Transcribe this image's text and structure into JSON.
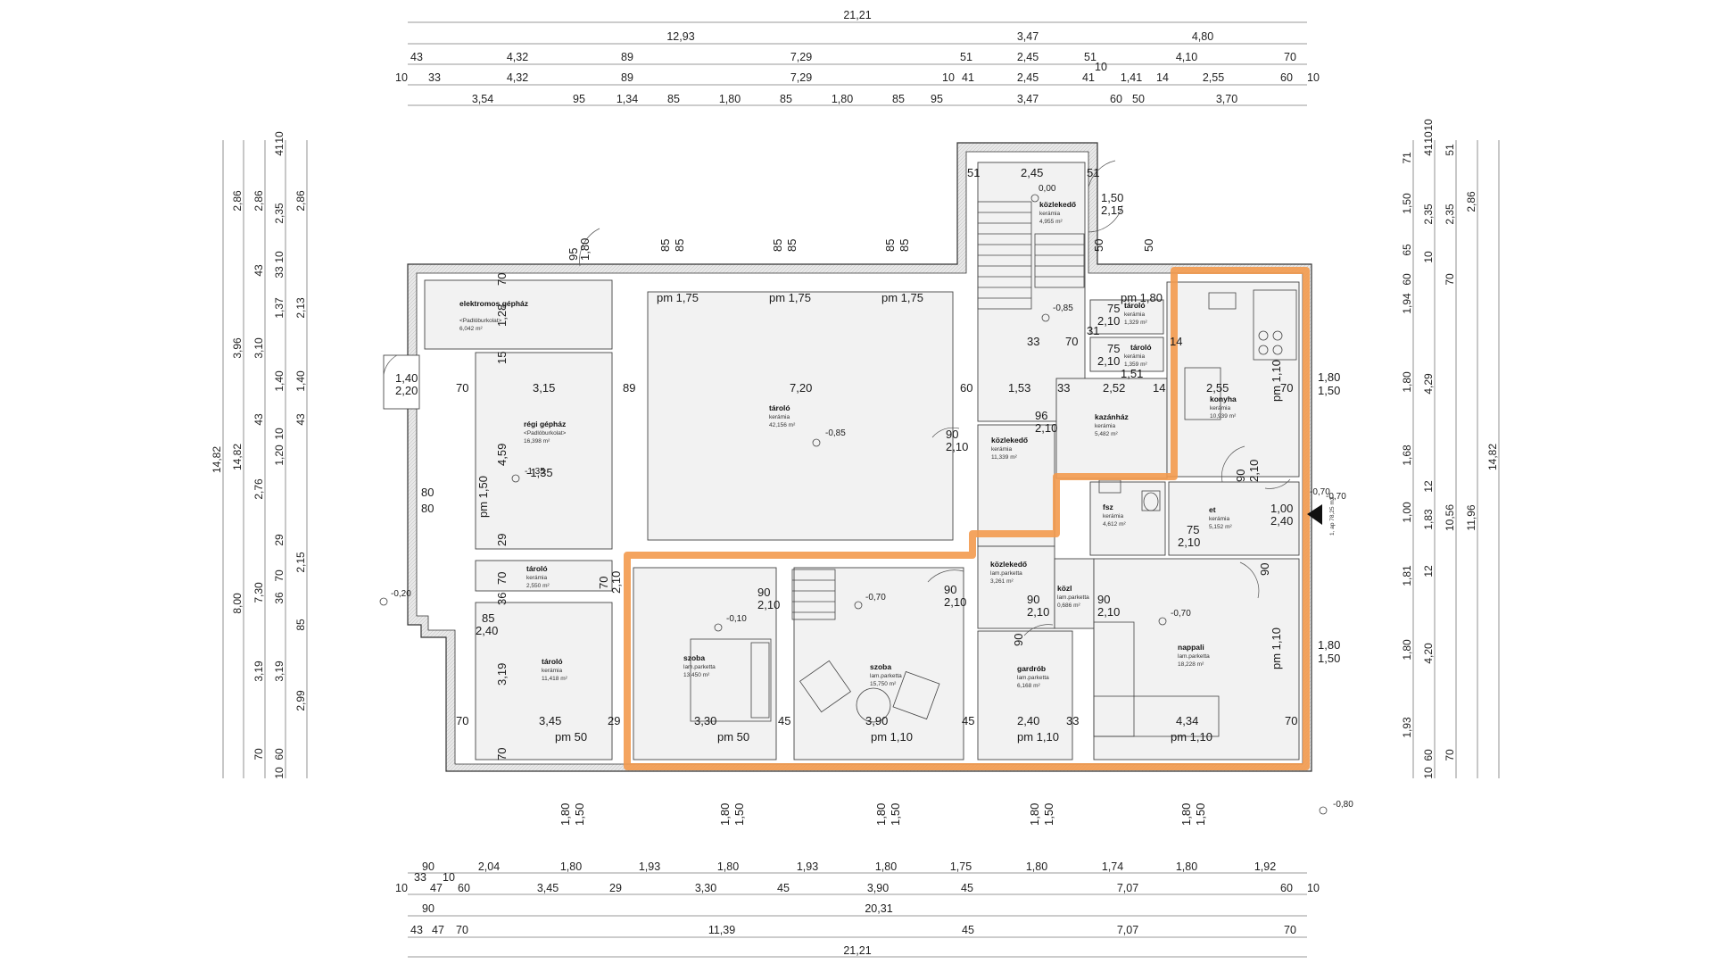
{
  "plan": {
    "top_dims": {
      "row1": [
        "21,21"
      ],
      "row2": [
        "12,93",
        "3,47",
        "4,80"
      ],
      "row3": [
        "43",
        "4,32",
        "89",
        "7,29",
        "51",
        "2,45",
        "51",
        "4,10",
        "70"
      ],
      "row4": [
        "10",
        "33",
        "4,32",
        "89",
        "7,29",
        "10",
        "41",
        "2,45",
        "41",
        "10",
        "1,41",
        "14",
        "2,55",
        "60",
        "10"
      ],
      "row5": [
        "3,54",
        "95",
        "1,34",
        "85",
        "1,80",
        "85",
        "1,80",
        "85",
        "95",
        "3,47",
        "60",
        "50",
        "3,70"
      ]
    },
    "bottom_dims": {
      "row1": [
        "90",
        "2,04",
        "1,80",
        "1,93",
        "1,80",
        "1,93",
        "1,80",
        "1,75",
        "1,80",
        "1,74",
        "1,80",
        "1,92"
      ],
      "row1b": [
        "33",
        "10"
      ],
      "row2": [
        "10",
        "47",
        "60",
        "3,45",
        "29",
        "3,30",
        "45",
        "3,90",
        "45",
        "7,07",
        "60",
        "10"
      ],
      "row3": [
        "90",
        "20,31"
      ],
      "row4": [
        "43",
        "47",
        "70",
        "11,39",
        "45",
        "7,07",
        "70"
      ],
      "row5": [
        "21,21"
      ]
    },
    "left_dims": {
      "col1": [
        "14,82"
      ],
      "col2": [
        "3,96",
        "8,00"
      ],
      "col3": [
        "2,86",
        "14,82"
      ],
      "col4": [
        "2,86",
        "43",
        "3,10",
        "43",
        "2,76",
        "7,30",
        "3,19",
        "70"
      ],
      "col5": [
        "41",
        "2,35",
        "10",
        "33",
        "1,37",
        "1,40",
        "10",
        "1,20",
        "29",
        "70",
        "36",
        "3,19",
        "60",
        "10"
      ],
      "col6": [
        "10",
        "2,86",
        "2,13",
        "1,40",
        "43",
        "2,15",
        "85",
        "2,99"
      ]
    },
    "right_dims": {
      "col1": [
        "71",
        "65",
        "60",
        "1,94",
        "1,80",
        "1,68",
        "1,00",
        "1,81",
        "1,80",
        "1,93",
        "10"
      ],
      "col2": [
        "41",
        "10",
        "1,50",
        "10",
        "70",
        "12",
        "1,83",
        "12",
        "60"
      ],
      "col3": [
        "10",
        "2,35",
        "4,29",
        "10,56",
        "4,20"
      ],
      "col4": [
        "51",
        "2,35",
        "11,96",
        "70"
      ],
      "col5": [
        "2,86",
        "14,82"
      ]
    },
    "rooms": [
      {
        "name": "elektromos gépház",
        "sub": "<Padlóburkolat>",
        "area": "6,042 m²"
      },
      {
        "name": "régi gépház",
        "sub": "<Padlóburkolat>",
        "area": "16,398 m²"
      },
      {
        "name": "tároló",
        "sub": "kerámia",
        "area": "42,156 m²"
      },
      {
        "name": "közlekedő",
        "sub": "kerámia",
        "area": "4,955 m²"
      },
      {
        "name": "tároló",
        "sub": "kerámia",
        "area": "1,329 m²"
      },
      {
        "name": "tároló",
        "sub": "kerámia",
        "area": "1,359 m²"
      },
      {
        "name": "konyha",
        "sub": "kerámia",
        "area": "10,939 m²"
      },
      {
        "name": "kazánház",
        "sub": "kerámia",
        "area": "5,482 m²"
      },
      {
        "name": "közlekedő",
        "sub": "kerámia",
        "area": "11,339 m²"
      },
      {
        "name": "fsz",
        "sub": "kerámia",
        "area": "4,612 m²"
      },
      {
        "name": "et",
        "sub": "kerámia",
        "area": "5,152 m²"
      },
      {
        "name": "tároló",
        "sub": "kerámia",
        "area": "2,550 m²"
      },
      {
        "name": "tároló",
        "sub": "kerámia",
        "area": "11,418 m²"
      },
      {
        "name": "szoba",
        "sub": "lam.parketta",
        "area": "13,450 m²"
      },
      {
        "name": "szoba",
        "sub": "lam.parketta",
        "area": "15,750 m²"
      },
      {
        "name": "közlekedő",
        "sub": "lam.parketta",
        "area": "3,261 m²"
      },
      {
        "name": "közl",
        "sub": "lam.parketta",
        "area": "0,686 m²"
      },
      {
        "name": "gardrób",
        "sub": "lam.parketta",
        "area": "6,168 m²"
      },
      {
        "name": "nappali",
        "sub": "lam.parketta",
        "area": "18,228 m²"
      }
    ],
    "levels": [
      "0,00",
      "-0,85",
      "-1,35",
      "-0,85",
      "-0,10",
      "-0,70",
      "-0,70",
      "-0,20",
      "-0,70",
      "-0,80"
    ],
    "inner_dims": {
      "a": [
        "51",
        "2,45",
        "51"
      ],
      "b": [
        "1,50",
        "2,15"
      ],
      "c": [
        "50",
        "50"
      ],
      "d": [
        "95",
        "1,80"
      ],
      "e": [
        "85",
        "85",
        "85",
        "85",
        "85",
        "85"
      ],
      "f": [
        "pm 1,75",
        "pm 1,75",
        "pm 1,75",
        "pm 1,80"
      ],
      "g": [
        "70",
        "1,28",
        "15"
      ],
      "h": [
        "1,40",
        "2,20"
      ],
      "i": [
        "70",
        "3,15",
        "89",
        "7,20",
        "60",
        "1,53",
        "33",
        "2,52",
        "14",
        "2,55",
        "70"
      ],
      "j": [
        "75",
        "2,10",
        "31",
        "33",
        "70",
        "14",
        "75",
        "2,10",
        "1,51"
      ],
      "k": [
        "pm 1,10",
        "1,80",
        "1,50"
      ],
      "l": [
        "96",
        "2,10",
        "90",
        "2,10"
      ],
      "m": [
        "4,59",
        "-1,35"
      ],
      "n": [
        "80",
        "80",
        "pm 1,50",
        "29"
      ],
      "o": [
        "90",
        "2,10",
        "1,00",
        "2,40",
        "75",
        "2,10"
      ],
      "p": [
        "70",
        "36",
        "70",
        "2,10"
      ],
      "q": [
        "90",
        "2,10",
        "90",
        "2,10",
        "90",
        "2,10",
        "90",
        "2,10",
        "90",
        "90"
      ],
      "r": [
        "85",
        "2,40",
        "3,19"
      ],
      "s": [
        "pm 1,10",
        "1,80",
        "1,50"
      ],
      "t": [
        "70",
        "3,45",
        "29",
        "3,30",
        "45",
        "3,90",
        "45",
        "2,40",
        "33",
        "4,34",
        "70"
      ],
      "u": [
        "pm 50",
        "pm 50",
        "pm 1,10",
        "pm 1,10",
        "pm 1,10"
      ],
      "v": [
        "70"
      ],
      "w": [
        "1,80",
        "1,50",
        "1,80",
        "1,50",
        "1,80",
        "1,50",
        "1,80",
        "1,50",
        "1,80",
        "1,50"
      ],
      "x": [
        "-0,70",
        "1, ap 78,25 m2"
      ]
    }
  }
}
